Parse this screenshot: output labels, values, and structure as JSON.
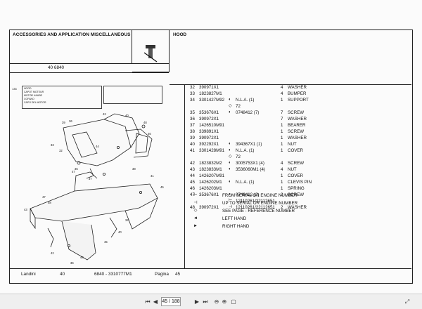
{
  "header": {
    "section_title": "ACCESSORIES AND APPLICATION MISCELLANEOUS",
    "group_title": "HOOD",
    "group_code": "40 6840"
  },
  "illustration": {
    "legend_num": "135",
    "legend_lines": [
      "HOOD",
      "CAPOT MOTEUR",
      "MOTOR HAUBE",
      "COFANO",
      "CAPO DEL MOTOR"
    ]
  },
  "parts": [
    {
      "num": "32",
      "pn": "390971X1",
      "icon": "",
      "note": "",
      "qty": "4",
      "desc": "WASHER"
    },
    {
      "num": "33",
      "pn": "1823827M1",
      "icon": "",
      "note": "",
      "qty": "4",
      "desc": "BUMPER"
    },
    {
      "num": "34",
      "pn": "3301427M92",
      "icon": "◐",
      "note": "N.L.A.  (1)",
      "qty": "1",
      "desc": "SUPPORT"
    },
    {
      "num": "",
      "pn": "",
      "icon": "◇",
      "note": "72",
      "qty": "",
      "desc": ""
    },
    {
      "num": "35",
      "pn": "353676X1",
      "icon": "◐",
      "note": "0748412  (7)",
      "qty": "7",
      "desc": "SCREW"
    },
    {
      "num": "36",
      "pn": "390972X1",
      "icon": "",
      "note": "",
      "qty": "7",
      "desc": "WASHER"
    },
    {
      "num": "37",
      "pn": "1426510M91",
      "icon": "",
      "note": "",
      "qty": "1",
      "desc": "BEARER"
    },
    {
      "num": "38",
      "pn": "339891X1",
      "icon": "",
      "note": "",
      "qty": "1",
      "desc": "SCREW"
    },
    {
      "num": "39",
      "pn": "390972X1",
      "icon": "",
      "note": "",
      "qty": "1",
      "desc": "WASHER"
    },
    {
      "num": "40",
      "pn": "392292X1",
      "icon": "◐",
      "note": "394367X1  (1)",
      "qty": "1",
      "desc": "NUT"
    },
    {
      "num": "41",
      "pn": "3301428M91",
      "icon": "◐",
      "note": "N.L.A.  (1)",
      "qty": "1",
      "desc": "COVER"
    },
    {
      "num": "",
      "pn": "",
      "icon": "◇",
      "note": "72",
      "qty": "",
      "desc": ""
    },
    {
      "num": "42",
      "pn": "1823832M2",
      "icon": "◐",
      "note": "3005753X1  (4)",
      "qty": "4",
      "desc": "SCREW"
    },
    {
      "num": "43",
      "pn": "1823833M1",
      "icon": "◐",
      "note": "3536060M1  (4)",
      "qty": "4",
      "desc": "NUT"
    },
    {
      "num": "44",
      "pn": "1426207M91",
      "icon": "",
      "note": "",
      "qty": "1",
      "desc": "COVER"
    },
    {
      "num": "45",
      "pn": "1426202M1",
      "icon": "◐",
      "note": "N.L.A.  (1)",
      "qty": "1",
      "desc": "CLEVIS PIN"
    },
    {
      "num": "46",
      "pn": "1426203M1",
      "icon": "",
      "note": "",
      "qty": "1",
      "desc": "SPRING"
    },
    {
      "num": "47",
      "pn": "353676X1",
      "icon": "◐",
      "note": "0748412  (2)",
      "qty": "2",
      "desc": "SCREW"
    },
    {
      "num": "",
      "pn": "",
      "icon": "⊢",
      "note": "12110261/22112651",
      "qty": "",
      "desc": ""
    },
    {
      "num": "48",
      "pn": "390972X1",
      "icon": "⊣",
      "note": "12110261/22112651",
      "qty": "2",
      "desc": "WASHER"
    }
  ],
  "legend": [
    {
      "symbol": "⊢",
      "icon": "from-serial-icon",
      "text": "FROM SERIAL OR ENGINE NUMBER"
    },
    {
      "symbol": "⊣",
      "icon": "up-to-serial-icon",
      "text": "UP TO SERIAL OR ENGINE NUMBER"
    },
    {
      "symbol": "◇",
      "icon": "see-page-icon",
      "text": "SEE PAGE - REFERENCE NUMBER"
    },
    {
      "symbol": "◄",
      "icon": "left-hand-icon",
      "text": "LEFT HAND"
    },
    {
      "symbol": "►",
      "icon": "right-hand-icon",
      "text": "RIGHT HAND"
    }
  ],
  "footer": {
    "brand": "Landini",
    "group": "40",
    "ref": "6840 - 3310777M1",
    "page_label": "Pagina",
    "page_num": "45"
  },
  "viewer": {
    "page_input": "45 / 188"
  }
}
